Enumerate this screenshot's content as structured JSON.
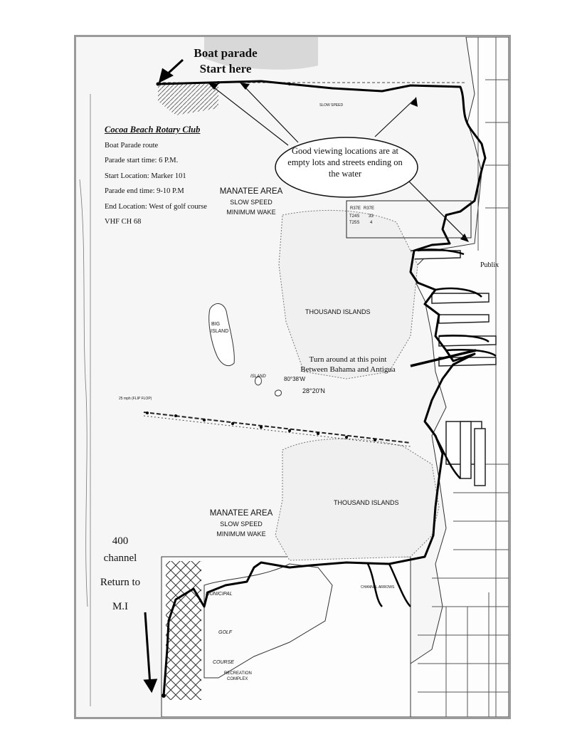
{
  "callouts": {
    "start": [
      "Boat parade",
      "Start here"
    ],
    "viewing": "Good viewing locations are at empty lots and streets ending on the water",
    "turnaround": [
      "Turn around at this point",
      "Between Bahama and Antigua"
    ],
    "return": [
      "400",
      "channel",
      "Return to",
      "M.I"
    ],
    "publix": "Publix"
  },
  "club": {
    "title": "Cocoa Beach Rotary Club",
    "lines": [
      "Boat Parade route",
      "Parade start time: 6 P.M.",
      "Start Location: Marker 101",
      "Parade end time: 9-10 P.M",
      "End Location: West of golf course",
      "VHF CH 68"
    ]
  },
  "map_labels": {
    "manatee_area_north": [
      "MANATEE AREA",
      "SLOW SPEED",
      "MINIMUM WAKE"
    ],
    "manatee_area_south": [
      "MANATEE AREA",
      "SLOW SPEED",
      "MINIMUM WAKE"
    ],
    "thousand_islands_north": "THOUSAND ISLANDS",
    "thousand_islands_south": "THOUSAND ISLANDS",
    "big_island": [
      "BIG",
      "ISLAND"
    ],
    "island": "ISLAND",
    "latitude": "28°20'N",
    "longitude": "80°38'W",
    "municipal": "MUNICIPAL",
    "golf": "GOLF",
    "course": "COURSE",
    "recreation": [
      "RECREATION",
      "COMPLEX"
    ],
    "slow_speed": "SLOW SPEED",
    "flip_flop": "25 mph (FLIP FLOP)",
    "channel_arrows": "CHANNEL ARROWS",
    "map_grid": [
      "R37E",
      "R37E",
      "T24S",
      "T25S",
      "33",
      "4"
    ]
  }
}
